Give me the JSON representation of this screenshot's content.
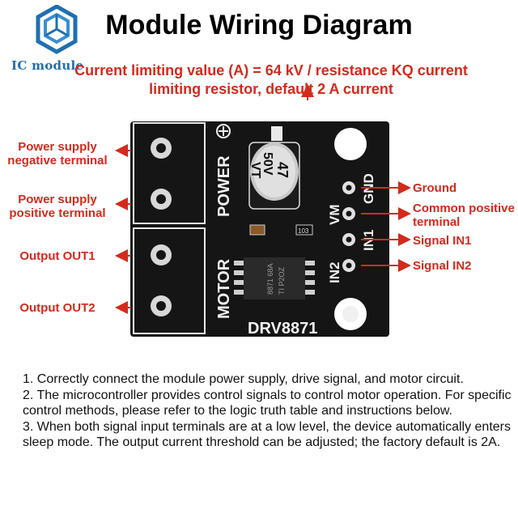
{
  "logo": {
    "text": "IC module",
    "icon": "hexagon-cube-logo-icon"
  },
  "title": "Module Wiring Diagram",
  "subtitle": "Current limiting value (A) = 64 kV / resistance KQ current limiting resistor, default 2 A current",
  "board": {
    "silkscreen_motor": "MOTOR",
    "silkscreen_power": "POWER",
    "chip_name": "DRV8871",
    "cap_value": "47",
    "cap_voltage": "50V",
    "cap_series": "VT",
    "resistor_code": "103",
    "chip_marking_1": "8871 68A",
    "chip_marking_2": "TI P2OZ",
    "pin_gnd": "GND",
    "pin_vm": "VM",
    "pin_in1": "IN1",
    "pin_in2": "IN2"
  },
  "labels_left": {
    "power_negative": "Power supply negative terminal",
    "power_positive": "Power supply positive terminal",
    "out1": "Output OUT1",
    "out2": "Output OUT2"
  },
  "labels_right": {
    "ground": "Ground",
    "common_positive": "Common positive terminal",
    "in1": "Signal IN1",
    "in2": "Signal IN2"
  },
  "notes": [
    "1. Correctly connect the module power supply, drive signal, and motor circuit.",
    "2. The microcontroller provides control signals to control motor operation. For specific control methods, please refer to the logic truth table and instructions below.",
    "3. When both signal input terminals are at a low level, the device automatically enters sleep mode. The output current threshold can be adjusted; the factory default is 2A."
  ],
  "colors": {
    "label_red": "#d42a1c",
    "logo_blue": "#1f6fb0",
    "board_black": "#151515"
  }
}
